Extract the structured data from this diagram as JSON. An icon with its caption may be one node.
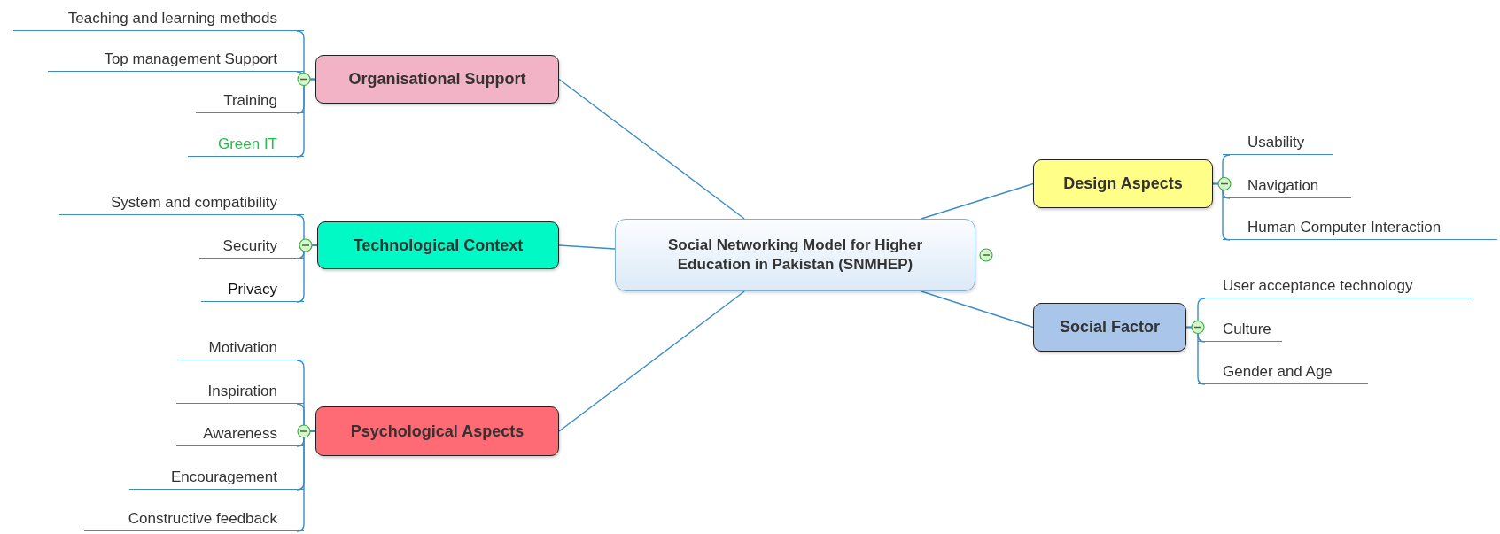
{
  "diagram": {
    "nodes": [
      {
        "text": [
          "Social Networking Model for Higher Education in Pakistan (SNMHEP)"
        ]
      },
      {
        "text": [
          "Organisational Support"
        ]
      },
      {
        "text": [
          "Teaching and learning methods"
        ]
      },
      {
        "text": [
          "Top management Support"
        ]
      },
      {
        "text": [
          "Training"
        ]
      },
      {
        "text": [
          "Green IT"
        ]
      },
      {
        "text": [
          "Technological Context"
        ]
      },
      {
        "text": [
          "System and compatibility"
        ]
      },
      {
        "text": [
          "Security"
        ]
      },
      {
        "text": [
          "Privacy"
        ]
      },
      {
        "text": [
          "Psychological Aspects"
        ]
      },
      {
        "text": [
          "Motivation"
        ]
      },
      {
        "text": [
          "Inspiration"
        ]
      },
      {
        "text": [
          "Awareness"
        ]
      },
      {
        "text": [
          "Encouragement"
        ]
      },
      {
        "text": [
          "Constructive feedback"
        ]
      },
      {
        "text": [
          "Design Aspects"
        ]
      },
      {
        "text": [
          "Usability"
        ]
      },
      {
        "text": [
          "Navigation"
        ]
      },
      {
        "text": [
          "Human Computer Interaction"
        ]
      },
      {
        "text": [
          "Social Factor"
        ]
      },
      {
        "text": [
          "User acceptance technology"
        ]
      },
      {
        "text": [
          "Culture"
        ]
      },
      {
        "text": [
          "Gender and Age"
        ]
      }
    ],
    "edges": [
      {
        "from": 0,
        "to": 1,
        "arrow": "none"
      },
      {
        "from": 0,
        "to": 6,
        "arrow": "none"
      },
      {
        "from": 0,
        "to": 10,
        "arrow": "none"
      },
      {
        "from": 0,
        "to": 16,
        "arrow": "none"
      },
      {
        "from": 0,
        "to": 20,
        "arrow": "none"
      },
      {
        "from": 1,
        "to": 2,
        "arrow": "none"
      },
      {
        "from": 1,
        "to": 3,
        "arrow": "none"
      },
      {
        "from": 1,
        "to": 4,
        "arrow": "none"
      },
      {
        "from": 1,
        "to": 5,
        "arrow": "none"
      },
      {
        "from": 6,
        "to": 7,
        "arrow": "none"
      },
      {
        "from": 6,
        "to": 8,
        "arrow": "none"
      },
      {
        "from": 6,
        "to": 9,
        "arrow": "none"
      },
      {
        "from": 10,
        "to": 11,
        "arrow": "none"
      },
      {
        "from": 10,
        "to": 12,
        "arrow": "none"
      },
      {
        "from": 10,
        "to": 13,
        "arrow": "none"
      },
      {
        "from": 10,
        "to": 14,
        "arrow": "none"
      },
      {
        "from": 10,
        "to": 15,
        "arrow": "none"
      },
      {
        "from": 16,
        "to": 17,
        "arrow": "none"
      },
      {
        "from": 16,
        "to": 18,
        "arrow": "none"
      },
      {
        "from": 16,
        "to": 19,
        "arrow": "none"
      },
      {
        "from": 20,
        "to": 21,
        "arrow": "none"
      },
      {
        "from": 20,
        "to": 22,
        "arrow": "none"
      },
      {
        "from": 20,
        "to": 23,
        "arrow": "none"
      }
    ]
  }
}
